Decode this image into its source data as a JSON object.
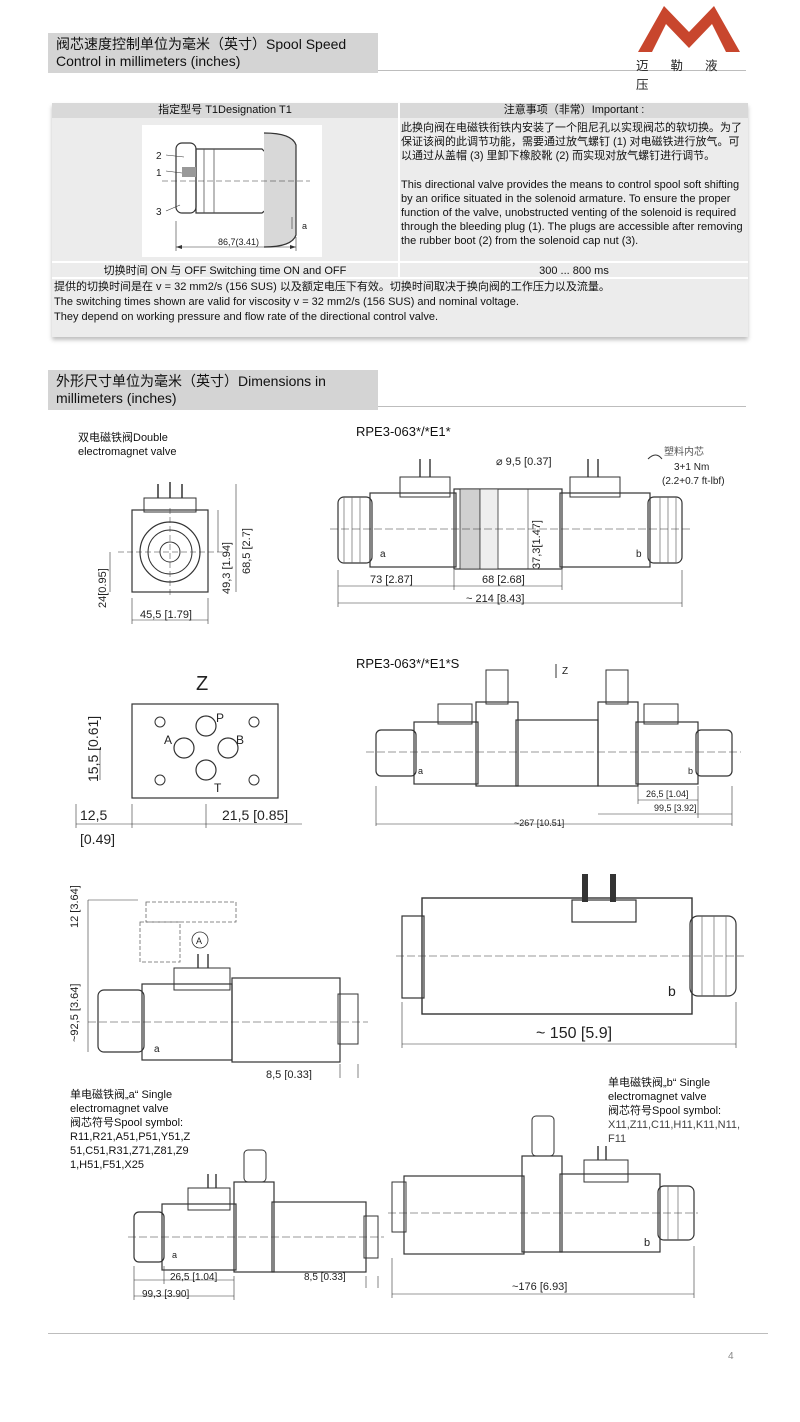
{
  "section1": {
    "title_line1": "阀芯速度控制单位为毫米（英寸）Spool Speed",
    "title_line2": "Control in millimeters (inches)"
  },
  "logo": {
    "chars": "迈 勒 液 压",
    "color": "#c8462d"
  },
  "table": {
    "col1_header": "指定型号 T1Designation T1",
    "col2_header": "注意事项（非常）Important :",
    "important_cn": "此换向阀在电磁铁衔铁内安装了一个阻尼孔以实现阀芯的软切换。为了保证该阀的此调节功能，需要通过放气螺钉 (1) 对电磁铁进行放气。可以通过从盖帽 (3) 里卸下橡胶靴 (2) 而实现对放气螺钉进行调节。",
    "important_en": "This directional valve provides the means to control spool soft shifting by an orifice situated in the solenoid armature. To ensure the proper function of the valve, unobstructed venting of the solenoid is required through the bleeding plug (1). The plugs are accessible after removing the rubber boot (2) from the solenoid cap nut (3).",
    "drawing": {
      "label_1": "1",
      "label_2": "2",
      "label_3": "3",
      "label_a": "a",
      "dim": "86,7(3.41)"
    },
    "switching_label": "切换时间 ON 与 OFF Switching time ON and OFF",
    "switching_value": "300 ... 800 ms",
    "note_cn": "提供的切换时间是在 v = 32 mm2/s (156 SUS) 以及额定电压下有效。切换时间取决于换向阀的工作压力以及流量。",
    "note_en1": "The switching times shown are valid for viscosity v = 32 mm2/s (156 SUS) and nominal voltage.",
    "note_en2": "They depend on working pressure and flow rate of the directional control valve."
  },
  "section2": {
    "title_line1": "外形尺寸单位为毫米（英寸）Dimensions in",
    "title_line2": "millimeters (inches)"
  },
  "double_valve": {
    "label_line1": "双电磁铁阀Double",
    "label_line2": "electromagnet valve",
    "dims": [
      "45,5 [1.79]",
      "24[0.95]",
      "49,3 [1.94]",
      "68,5 [2.7]"
    ]
  },
  "rpe_e1": {
    "title": "RPE3-063*/*E1*",
    "dia": "⌀ 9,5 [0.37]",
    "torque_cn": "塑料内芯",
    "torque_val": "3+1 Nm",
    "torque_imp": "(2.2+0.7 ft-lbf)",
    "dims": [
      "73 [2.87]",
      "68 [2.68]",
      "~ 214 [8.43]",
      "37,3[1.47]"
    ],
    "label_a": "a",
    "label_b": "b"
  },
  "z_view": {
    "title": "Z",
    "ports": [
      "P",
      "A",
      "B",
      "T"
    ],
    "dims": [
      "15,5 [0.61]",
      "12,5",
      "[0.49]",
      "21,5 [0.85]"
    ]
  },
  "rpe_e1_2": {
    "title": "RPE3-063*/*E1*S",
    "z_mark": "Z",
    "dims": [
      "26,5 [1.04]",
      "99,5 [3.92]",
      "~267 [10.51]"
    ],
    "label_a": "a",
    "label_b": "b"
  },
  "side_view": {
    "dims": [
      "12 [3.64]",
      "~92,5 [3.64]",
      "8,5 [0.33]"
    ],
    "circle_label": "A",
    "label_a": "a"
  },
  "big_coil": {
    "dim": "~ 150 [5.9]",
    "label_b": "b"
  },
  "single_a": {
    "label_line1": "单电磁铁阀„a“ Single",
    "label_line2": "electromagnet valve",
    "label_line3": "阀芯符号Spool symbol:",
    "spools_1": "R11,R21,A51,P51,Y51,Z",
    "spools_2": "51,C51,R31,Z71,Z81,Z9",
    "spools_3": "1,H51,F51,X25",
    "dims": [
      "26,5 [1.04]",
      "8,5 [0.33]",
      "99,3 [3.90]"
    ],
    "label_a": "a"
  },
  "single_b": {
    "label_line1": "单电磁铁阀„b“ Single",
    "label_line2": "electromagnet valve",
    "label_line3": "阀芯符号Spool symbol:",
    "spools_1": "X11,Z11,C11,H11,K11,N11,",
    "spools_2": "F11",
    "dim": "~176 [6.93]",
    "label_b": "b"
  },
  "page_number": "4"
}
